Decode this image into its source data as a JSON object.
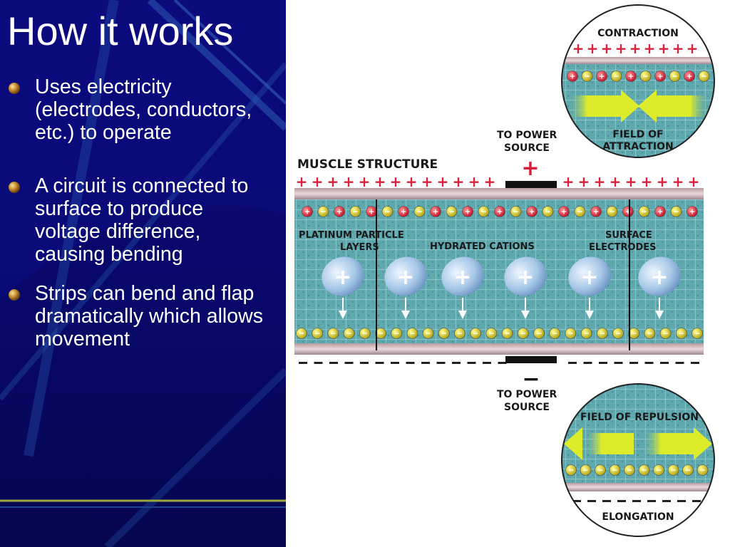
{
  "slide": {
    "title": "How it works",
    "bullets": [
      "Uses electricity (electrodes, conductors, etc.) to operate",
      "A circuit is connected to surface to produce voltage difference, causing bending",
      "Strips can bend and flap dramatically which allows movement"
    ]
  },
  "diagram": {
    "contraction": "CONTRACTION",
    "field_attraction_1": "FIELD OF",
    "field_attraction_2": "ATTRACTION",
    "power_top_1": "TO POWER",
    "power_top_2": "SOURCE",
    "muscle_structure": "MUSCLE STRUCTURE",
    "platinum_1": "PLATINUM PARTICLE",
    "platinum_2": "LAYERS",
    "hydrated": "HYDRATED CATIONS",
    "surface_1": "SURFACE",
    "surface_2": "ELECTRODES",
    "power_bottom_1": "TO POWER",
    "power_bottom_2": "SOURCE",
    "repulsion": "FIELD OF REPULSION",
    "elongation": "ELONGATION",
    "plus_sign": "+",
    "minus_sign": "−"
  },
  "colors": {
    "background": "#0a0a78",
    "accent_line": "#9aa83a",
    "strip_teal": "#5fa8ad",
    "arrow_yellow": "#dcec2a",
    "positive_red": "#d8203a",
    "negative_yellow": "#e0d020"
  }
}
